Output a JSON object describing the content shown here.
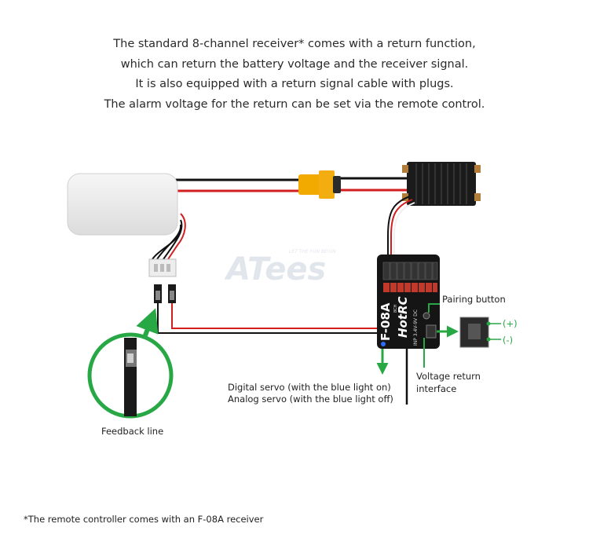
{
  "intro": {
    "line1": "The standard 8-channel receiver* comes with a return function,",
    "line2": "which can return the battery voltage and the receiver signal.",
    "line3": "It is also equipped with a return signal cable with plugs.",
    "line4": "The alarm voltage for the return can be set via the remote control."
  },
  "watermark": "ATees",
  "watermark_tagline": "LET THE FUN BEGIN",
  "receiver": {
    "model": "F-08A",
    "brand": "HotRC",
    "input_spec": "INP 3.4V-9V DC",
    "side_text": "8CH"
  },
  "labels": {
    "pairing_button": "Pairing button",
    "plus": "(+)",
    "minus": "(-)",
    "voltage_return_line1": "Voltage return",
    "voltage_return_line2": "interface",
    "digital_servo": "Digital servo (with the blue light on)",
    "analog_servo": "Analog servo (with the blue light off)",
    "feedback_line": "Feedback line"
  },
  "footnote": "*The remote controller comes with an F-08A receiver",
  "colors": {
    "accent_green": "#27a844",
    "wire_red": "#d21e1e",
    "wire_black": "#111111",
    "connector_yellow": "#f2a900"
  }
}
